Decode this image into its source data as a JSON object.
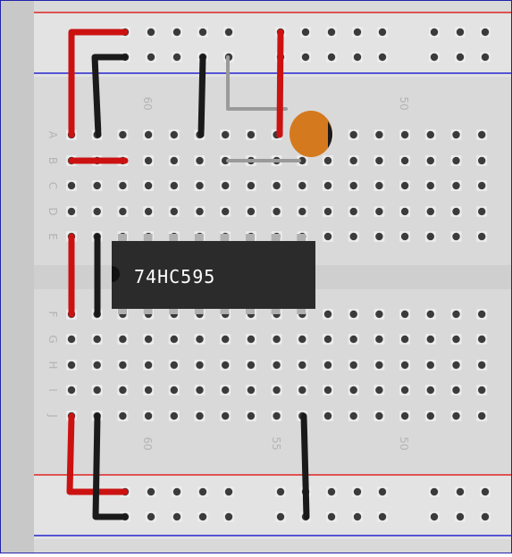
{
  "breadboard": {
    "row_labels_top": [
      "A",
      "B",
      "C",
      "D",
      "E"
    ],
    "row_labels_bottom": [
      "F",
      "G",
      "H",
      "I",
      "J"
    ],
    "column_labels": [
      "60",
      "55",
      "50"
    ],
    "colors": {
      "board": "#d9d9d9",
      "rail_area": "#e3e3e3",
      "center_channel": "#cfcfcf",
      "rail_red_line": "#dd0000",
      "rail_blue_line": "#0000cc",
      "hole": "#3b3b3b",
      "outer_border": "#2222aa"
    }
  },
  "chip": {
    "label": "74HC595",
    "pins_per_side": 8,
    "body_color": "#2b2b2b",
    "pin_color": "#b0b0b0"
  },
  "capacitor": {
    "color": "#d4791e",
    "marking_color": "#1a1a1a"
  },
  "wires": {
    "red": "#cc1111",
    "black": "#1a1a1a",
    "gray": "#9a9a9a"
  }
}
